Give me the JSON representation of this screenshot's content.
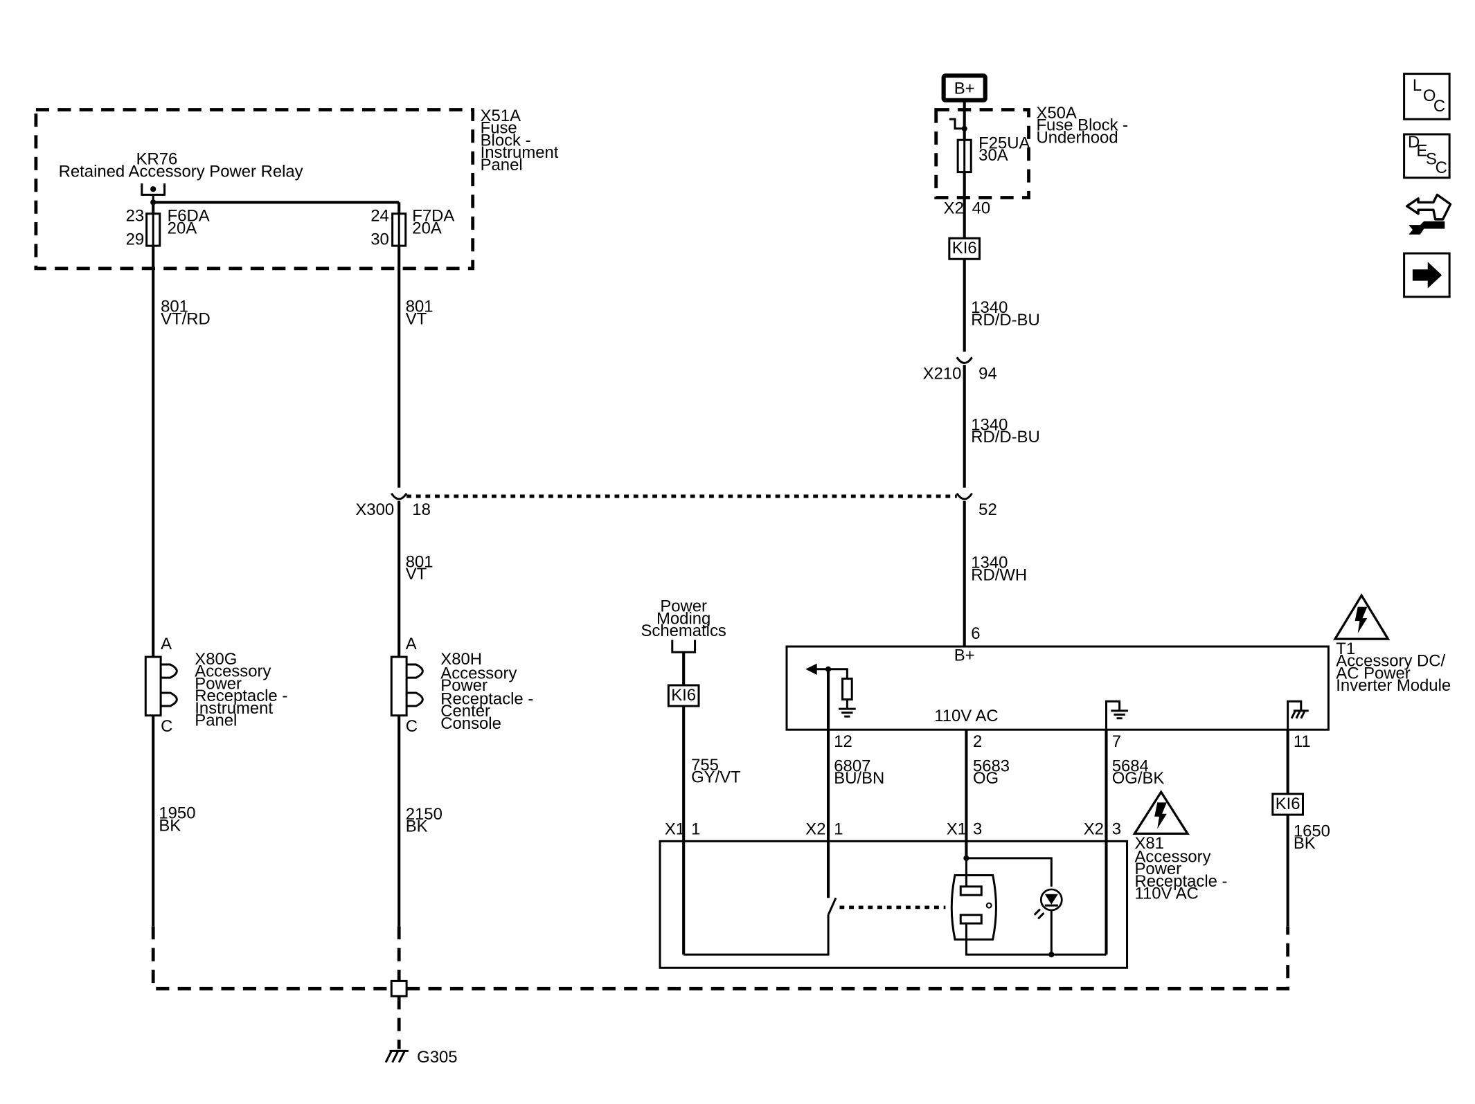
{
  "fuse_block_ip": {
    "id": "X51A",
    "name_lines": [
      "Fuse",
      "Block -",
      "Instrument",
      "Panel"
    ],
    "relay_id": "KR76",
    "relay_name": "Retained Accessory Power Relay",
    "fuse_left": {
      "name": "F6DA",
      "rating": "20A",
      "pin_in": "23",
      "pin_out": "29"
    },
    "fuse_right": {
      "name": "F7DA",
      "rating": "20A",
      "pin_in": "24",
      "pin_out": "30"
    }
  },
  "fuse_block_uh": {
    "battery_label": "B+",
    "id": "X50A",
    "name_lines": [
      "Fuse Block -",
      "Underhood"
    ],
    "fuse": {
      "name": "F25UA",
      "rating": "30A"
    },
    "conn": "X2",
    "pin": "40"
  },
  "ki6": "KI6",
  "wires": {
    "w801a": {
      "circuit": "801",
      "color": "VT/RD"
    },
    "w801b": {
      "circuit": "801",
      "color": "VT"
    },
    "w801c": {
      "circuit": "801",
      "color": "VT"
    },
    "w1340a": {
      "circuit": "1340",
      "color": "RD/D-BU"
    },
    "w1340b": {
      "circuit": "1340",
      "color": "RD/D-BU"
    },
    "w1340c": {
      "circuit": "1340",
      "color": "RD/WH"
    },
    "w1950": {
      "circuit": "1950",
      "color": "BK"
    },
    "w2150": {
      "circuit": "2150",
      "color": "BK"
    },
    "w755": {
      "circuit": "755",
      "color": "GY/VT"
    },
    "w6807": {
      "circuit": "6807",
      "color": "BU/BN"
    },
    "w5683": {
      "circuit": "5683",
      "color": "OG"
    },
    "w5684": {
      "circuit": "5684",
      "color": "OG/BK"
    },
    "w1650": {
      "circuit": "1650",
      "color": "BK"
    }
  },
  "connectors": {
    "x210": {
      "name": "X210",
      "pin": "94"
    },
    "x300": {
      "name": "X300",
      "pin_left": "18",
      "pin_right": "52"
    }
  },
  "receptacle_ip": {
    "id": "X80G",
    "name_lines": [
      "Accessory",
      "Power",
      "Receptacle -",
      "Instrument",
      "Panel"
    ],
    "pin_a": "A",
    "pin_c": "C"
  },
  "receptacle_cc": {
    "id": "X80H",
    "name_lines": [
      "Accessory",
      "Power",
      "Receptacle -",
      "Center",
      "Console"
    ],
    "pin_a": "A",
    "pin_c": "C"
  },
  "power_moding": {
    "lines": [
      "Power",
      "Moding",
      "Schematics"
    ]
  },
  "inverter": {
    "id": "T1",
    "name_lines": [
      "Accessory DC/",
      "AC Power",
      "Inverter Module"
    ],
    "pin_bplus": "6",
    "bplus_label": "B+",
    "ac_label": "110V AC",
    "pin_12": "12",
    "pin_2": "2",
    "pin_7": "7",
    "pin_11": "11"
  },
  "receptacle_110": {
    "id": "X81",
    "name_lines": [
      "Accessory",
      "Power",
      "Receptacle -",
      "110V AC"
    ],
    "c1": "X1",
    "c1_pin": "1",
    "c2": "X2",
    "c2_pin": "1",
    "c3": "X1",
    "c3_pin": "3",
    "c4": "X2",
    "c4_pin": "3"
  },
  "ground": {
    "id": "G305"
  },
  "nav": {
    "loc": {
      "l1": "L",
      "l2": "O",
      "l3": "C"
    },
    "desc": {
      "l1": "D",
      "l2": "E",
      "l3": "S",
      "l4": "C"
    }
  }
}
